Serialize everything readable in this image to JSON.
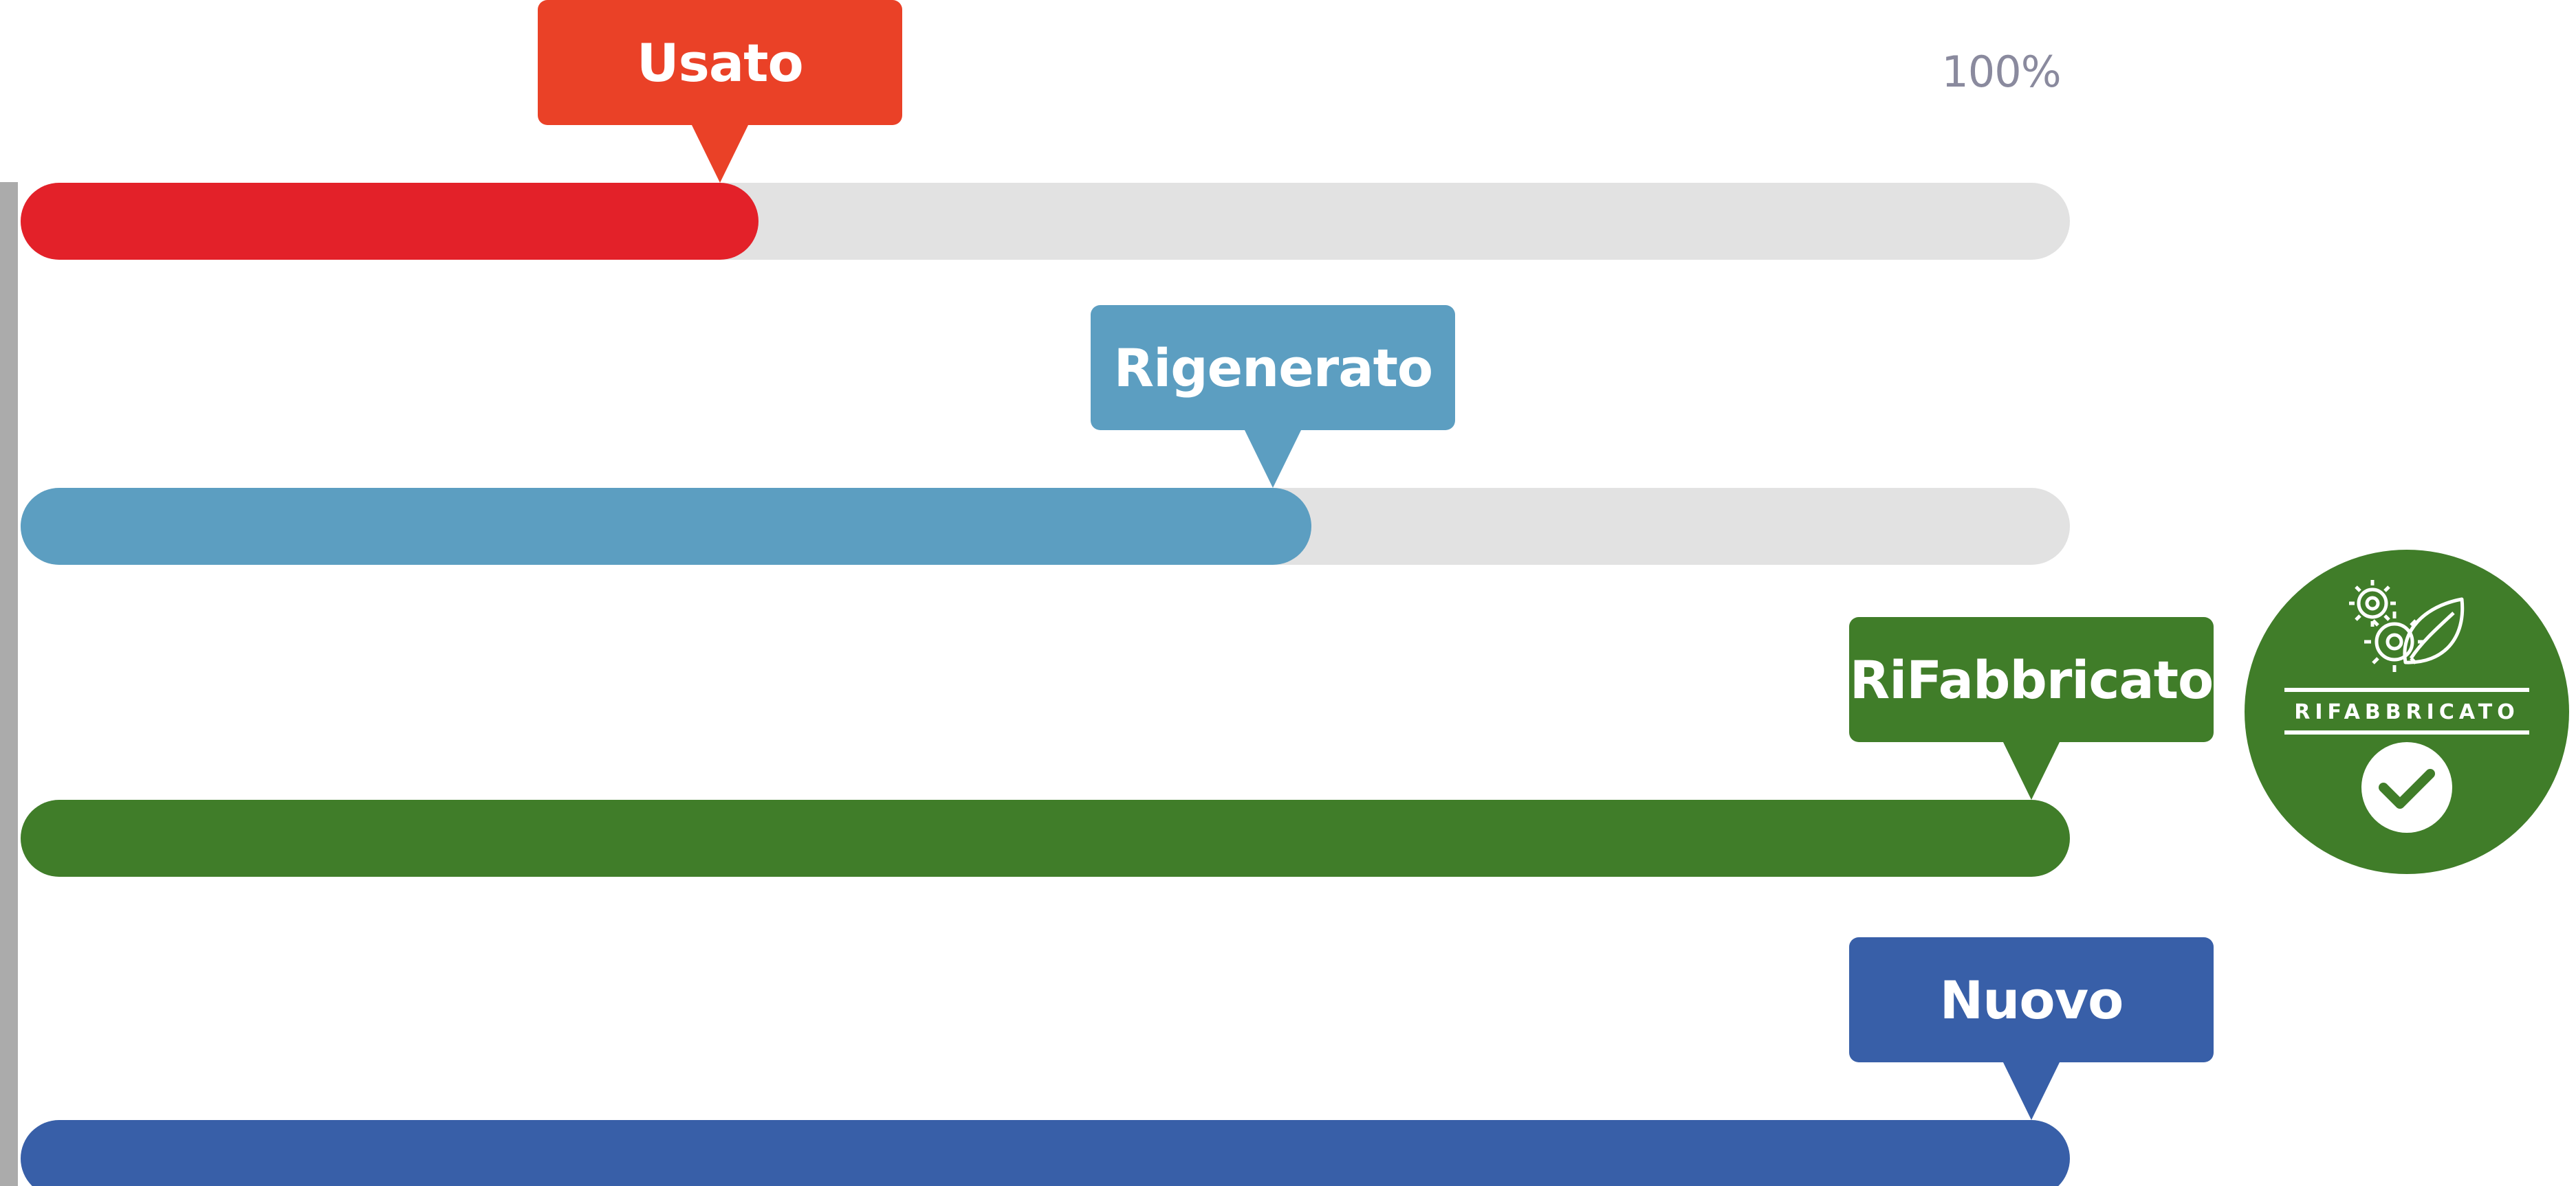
{
  "chart_data": {
    "type": "bar",
    "orientation": "horizontal",
    "scale_label": "100%",
    "xlim": [
      0,
      100
    ],
    "bars": [
      {
        "label": "Usato",
        "value": 36,
        "color": "#e32129",
        "tag_color": "#ea4127"
      },
      {
        "label": "Rigenerato",
        "value": 63,
        "color": "#5c9ec1",
        "tag_color": "#5c9ec1"
      },
      {
        "label": "RiFabbricato",
        "value": 100,
        "color": "#407d29",
        "tag_color": "#407d29"
      },
      {
        "label": "Nuovo",
        "value": 100,
        "color": "#385fa8",
        "tag_color": "#385fa8"
      }
    ],
    "track_color": "#e2e2e2",
    "grid": false,
    "legend": "none"
  },
  "badge": {
    "text": "RIFABBRICATO",
    "color": "#407d29",
    "icons": [
      "gear-icon",
      "leaf-icon",
      "check-icon"
    ]
  }
}
